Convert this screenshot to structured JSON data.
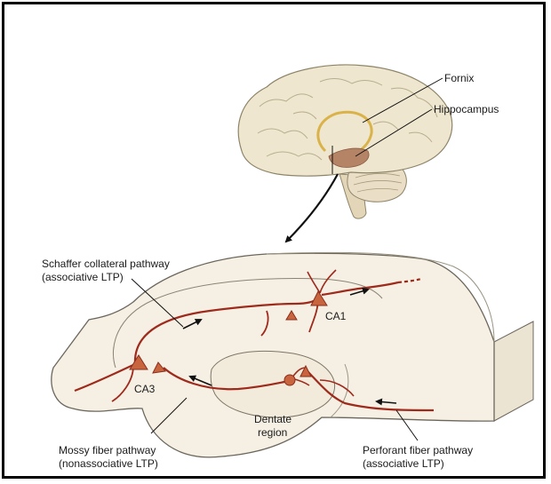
{
  "labels": {
    "fornix": "Fornix",
    "hippocampus": "Hippocampus",
    "schaffer_line1": "Schaffer collateral pathway",
    "schaffer_line2": "(associative LTP)",
    "ca1": "CA1",
    "ca3": "CA3",
    "dentate_line1": "Dentate",
    "dentate_line2": "region",
    "mossy_line1": "Mossy fiber pathway",
    "mossy_line2": "(nonassociative LTP)",
    "perforant_line1": "Perforant fiber pathway",
    "perforant_line2": "(associative LTP)"
  },
  "colors": {
    "pathway": "#9e2a1c",
    "neuron": "#c8653f",
    "brain_fill": "#efe6cf",
    "brain_stroke": "#8d8468",
    "hippocampus_fill": "#b58466",
    "fornix_stroke": "#d9b34a",
    "tissue_fill": "#f6f0e4",
    "tissue_stroke": "#6b665c"
  }
}
